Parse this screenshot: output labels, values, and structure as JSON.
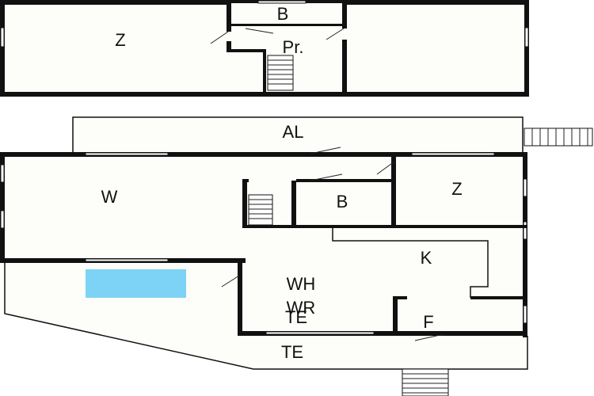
{
  "colors": {
    "wall": "#111111",
    "floor": "#fdfdf9",
    "pool": "#7dd3f5"
  },
  "upper_floor": {
    "rooms": {
      "z_left": "Z",
      "b": "B",
      "pr": "Pr."
    }
  },
  "lower_floor": {
    "rooms": {
      "al": "AL",
      "w": "W",
      "b": "B",
      "z": "Z",
      "k": "K",
      "wh": "WH",
      "wr": "WR",
      "te_inner": "TE",
      "f": "F",
      "te": "TE"
    }
  }
}
